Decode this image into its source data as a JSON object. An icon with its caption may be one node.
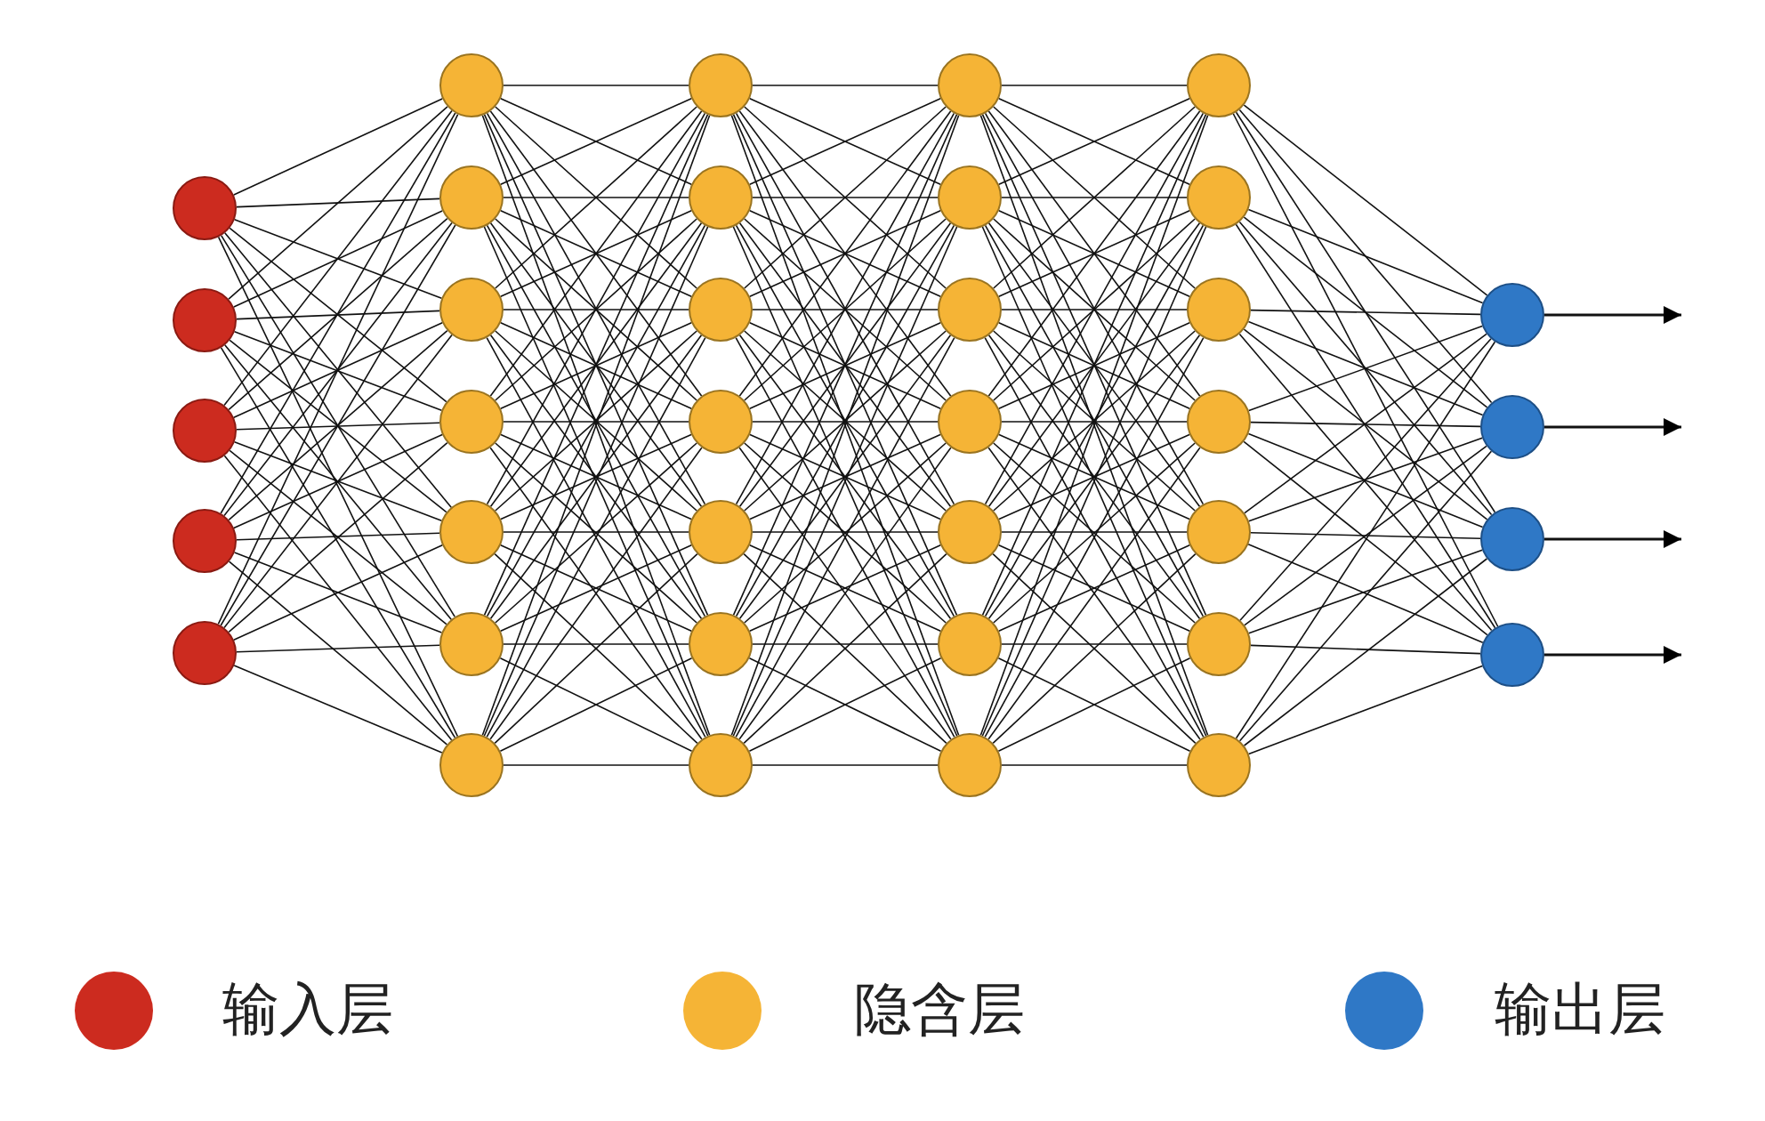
{
  "diagram": {
    "nodes": [
      {
        "text": [],
        "shape": "circle"
      },
      {
        "text": [],
        "shape": "circle"
      },
      {
        "text": [],
        "shape": "circle"
      },
      {
        "text": [],
        "shape": "circle"
      },
      {
        "text": [],
        "shape": "circle"
      },
      {
        "text": [],
        "shape": "circle"
      },
      {
        "text": [],
        "shape": "circle"
      },
      {
        "text": [],
        "shape": "circle"
      },
      {
        "text": [],
        "shape": "circle"
      },
      {
        "text": [],
        "shape": "circle"
      },
      {
        "text": [],
        "shape": "circle"
      },
      {
        "text": [],
        "shape": "circle"
      },
      {
        "text": [],
        "shape": "circle"
      },
      {
        "text": [],
        "shape": "circle"
      },
      {
        "text": [],
        "shape": "circle"
      },
      {
        "text": [],
        "shape": "circle"
      },
      {
        "text": [],
        "shape": "circle"
      },
      {
        "text": [],
        "shape": "circle"
      },
      {
        "text": [],
        "shape": "circle"
      },
      {
        "text": [],
        "shape": "circle"
      },
      {
        "text": [],
        "shape": "circle"
      },
      {
        "text": [],
        "shape": "circle"
      },
      {
        "text": [],
        "shape": "circle"
      },
      {
        "text": [],
        "shape": "circle"
      },
      {
        "text": [],
        "shape": "circle"
      },
      {
        "text": [],
        "shape": "circle"
      },
      {
        "text": [],
        "shape": "circle"
      },
      {
        "text": [],
        "shape": "circle"
      },
      {
        "text": [],
        "shape": "circle"
      },
      {
        "text": [],
        "shape": "circle"
      },
      {
        "text": [],
        "shape": "circle"
      },
      {
        "text": [],
        "shape": "circle"
      },
      {
        "text": [],
        "shape": "circle"
      },
      {
        "text": [],
        "shape": "circle"
      },
      {
        "text": [],
        "shape": "circle"
      },
      {
        "text": [],
        "shape": "circle"
      },
      {
        "text": [],
        "shape": "circle"
      }
    ],
    "edges": [
      {
        "from": 0,
        "to": 5,
        "arrow": "none"
      },
      {
        "from": 0,
        "to": 6,
        "arrow": "none"
      },
      {
        "from": 0,
        "to": 7,
        "arrow": "none"
      },
      {
        "from": 0,
        "to": 8,
        "arrow": "none"
      },
      {
        "from": 0,
        "to": 9,
        "arrow": "none"
      },
      {
        "from": 0,
        "to": 10,
        "arrow": "none"
      },
      {
        "from": 0,
        "to": 11,
        "arrow": "none"
      },
      {
        "from": 1,
        "to": 5,
        "arrow": "none"
      },
      {
        "from": 1,
        "to": 6,
        "arrow": "none"
      },
      {
        "from": 1,
        "to": 7,
        "arrow": "none"
      },
      {
        "from": 1,
        "to": 8,
        "arrow": "none"
      },
      {
        "from": 1,
        "to": 9,
        "arrow": "none"
      },
      {
        "from": 1,
        "to": 10,
        "arrow": "none"
      },
      {
        "from": 1,
        "to": 11,
        "arrow": "none"
      },
      {
        "from": 2,
        "to": 5,
        "arrow": "none"
      },
      {
        "from": 2,
        "to": 6,
        "arrow": "none"
      },
      {
        "from": 2,
        "to": 7,
        "arrow": "none"
      },
      {
        "from": 2,
        "to": 8,
        "arrow": "none"
      },
      {
        "from": 2,
        "to": 9,
        "arrow": "none"
      },
      {
        "from": 2,
        "to": 10,
        "arrow": "none"
      },
      {
        "from": 2,
        "to": 11,
        "arrow": "none"
      },
      {
        "from": 3,
        "to": 5,
        "arrow": "none"
      },
      {
        "from": 3,
        "to": 6,
        "arrow": "none"
      },
      {
        "from": 3,
        "to": 7,
        "arrow": "none"
      },
      {
        "from": 3,
        "to": 8,
        "arrow": "none"
      },
      {
        "from": 3,
        "to": 9,
        "arrow": "none"
      },
      {
        "from": 3,
        "to": 10,
        "arrow": "none"
      },
      {
        "from": 3,
        "to": 11,
        "arrow": "none"
      },
      {
        "from": 4,
        "to": 5,
        "arrow": "none"
      },
      {
        "from": 4,
        "to": 6,
        "arrow": "none"
      },
      {
        "from": 4,
        "to": 7,
        "arrow": "none"
      },
      {
        "from": 4,
        "to": 8,
        "arrow": "none"
      },
      {
        "from": 4,
        "to": 9,
        "arrow": "none"
      },
      {
        "from": 4,
        "to": 10,
        "arrow": "none"
      },
      {
        "from": 4,
        "to": 11,
        "arrow": "none"
      },
      {
        "from": 5,
        "to": 12,
        "arrow": "none"
      },
      {
        "from": 5,
        "to": 13,
        "arrow": "none"
      },
      {
        "from": 5,
        "to": 14,
        "arrow": "none"
      },
      {
        "from": 5,
        "to": 15,
        "arrow": "none"
      },
      {
        "from": 5,
        "to": 16,
        "arrow": "none"
      },
      {
        "from": 5,
        "to": 17,
        "arrow": "none"
      },
      {
        "from": 5,
        "to": 18,
        "arrow": "none"
      },
      {
        "from": 6,
        "to": 12,
        "arrow": "none"
      },
      {
        "from": 6,
        "to": 13,
        "arrow": "none"
      },
      {
        "from": 6,
        "to": 14,
        "arrow": "none"
      },
      {
        "from": 6,
        "to": 15,
        "arrow": "none"
      },
      {
        "from": 6,
        "to": 16,
        "arrow": "none"
      },
      {
        "from": 6,
        "to": 17,
        "arrow": "none"
      },
      {
        "from": 6,
        "to": 18,
        "arrow": "none"
      },
      {
        "from": 7,
        "to": 12,
        "arrow": "none"
      },
      {
        "from": 7,
        "to": 13,
        "arrow": "none"
      },
      {
        "from": 7,
        "to": 14,
        "arrow": "none"
      },
      {
        "from": 7,
        "to": 15,
        "arrow": "none"
      },
      {
        "from": 7,
        "to": 16,
        "arrow": "none"
      },
      {
        "from": 7,
        "to": 17,
        "arrow": "none"
      },
      {
        "from": 7,
        "to": 18,
        "arrow": "none"
      },
      {
        "from": 8,
        "to": 12,
        "arrow": "none"
      },
      {
        "from": 8,
        "to": 13,
        "arrow": "none"
      },
      {
        "from": 8,
        "to": 14,
        "arrow": "none"
      },
      {
        "from": 8,
        "to": 15,
        "arrow": "none"
      },
      {
        "from": 8,
        "to": 16,
        "arrow": "none"
      },
      {
        "from": 8,
        "to": 17,
        "arrow": "none"
      },
      {
        "from": 8,
        "to": 18,
        "arrow": "none"
      },
      {
        "from": 9,
        "to": 12,
        "arrow": "none"
      },
      {
        "from": 9,
        "to": 13,
        "arrow": "none"
      },
      {
        "from": 9,
        "to": 14,
        "arrow": "none"
      },
      {
        "from": 9,
        "to": 15,
        "arrow": "none"
      },
      {
        "from": 9,
        "to": 16,
        "arrow": "none"
      },
      {
        "from": 9,
        "to": 17,
        "arrow": "none"
      },
      {
        "from": 9,
        "to": 18,
        "arrow": "none"
      },
      {
        "from": 10,
        "to": 12,
        "arrow": "none"
      },
      {
        "from": 10,
        "to": 13,
        "arrow": "none"
      },
      {
        "from": 10,
        "to": 14,
        "arrow": "none"
      },
      {
        "from": 10,
        "to": 15,
        "arrow": "none"
      },
      {
        "from": 10,
        "to": 16,
        "arrow": "none"
      },
      {
        "from": 10,
        "to": 17,
        "arrow": "none"
      },
      {
        "from": 10,
        "to": 18,
        "arrow": "none"
      },
      {
        "from": 11,
        "to": 12,
        "arrow": "none"
      },
      {
        "from": 11,
        "to": 13,
        "arrow": "none"
      },
      {
        "from": 11,
        "to": 14,
        "arrow": "none"
      },
      {
        "from": 11,
        "to": 15,
        "arrow": "none"
      },
      {
        "from": 11,
        "to": 16,
        "arrow": "none"
      },
      {
        "from": 11,
        "to": 17,
        "arrow": "none"
      },
      {
        "from": 11,
        "to": 18,
        "arrow": "none"
      },
      {
        "from": 12,
        "to": 19,
        "arrow": "none"
      },
      {
        "from": 12,
        "to": 20,
        "arrow": "none"
      },
      {
        "from": 12,
        "to": 21,
        "arrow": "none"
      },
      {
        "from": 12,
        "to": 22,
        "arrow": "none"
      },
      {
        "from": 12,
        "to": 23,
        "arrow": "none"
      },
      {
        "from": 12,
        "to": 24,
        "arrow": "none"
      },
      {
        "from": 12,
        "to": 25,
        "arrow": "none"
      },
      {
        "from": 13,
        "to": 19,
        "arrow": "none"
      },
      {
        "from": 13,
        "to": 20,
        "arrow": "none"
      },
      {
        "from": 13,
        "to": 21,
        "arrow": "none"
      },
      {
        "from": 13,
        "to": 22,
        "arrow": "none"
      },
      {
        "from": 13,
        "to": 23,
        "arrow": "none"
      },
      {
        "from": 13,
        "to": 24,
        "arrow": "none"
      },
      {
        "from": 13,
        "to": 25,
        "arrow": "none"
      },
      {
        "from": 14,
        "to": 19,
        "arrow": "none"
      },
      {
        "from": 14,
        "to": 20,
        "arrow": "none"
      },
      {
        "from": 14,
        "to": 21,
        "arrow": "none"
      },
      {
        "from": 14,
        "to": 22,
        "arrow": "none"
      },
      {
        "from": 14,
        "to": 23,
        "arrow": "none"
      },
      {
        "from": 14,
        "to": 24,
        "arrow": "none"
      },
      {
        "from": 14,
        "to": 25,
        "arrow": "none"
      },
      {
        "from": 15,
        "to": 19,
        "arrow": "none"
      },
      {
        "from": 15,
        "to": 20,
        "arrow": "none"
      },
      {
        "from": 15,
        "to": 21,
        "arrow": "none"
      },
      {
        "from": 15,
        "to": 22,
        "arrow": "none"
      },
      {
        "from": 15,
        "to": 23,
        "arrow": "none"
      },
      {
        "from": 15,
        "to": 24,
        "arrow": "none"
      },
      {
        "from": 15,
        "to": 25,
        "arrow": "none"
      },
      {
        "from": 16,
        "to": 19,
        "arrow": "none"
      },
      {
        "from": 16,
        "to": 20,
        "arrow": "none"
      },
      {
        "from": 16,
        "to": 21,
        "arrow": "none"
      },
      {
        "from": 16,
        "to": 22,
        "arrow": "none"
      },
      {
        "from": 16,
        "to": 23,
        "arrow": "none"
      },
      {
        "from": 16,
        "to": 24,
        "arrow": "none"
      },
      {
        "from": 16,
        "to": 25,
        "arrow": "none"
      },
      {
        "from": 17,
        "to": 19,
        "arrow": "none"
      },
      {
        "from": 17,
        "to": 20,
        "arrow": "none"
      },
      {
        "from": 17,
        "to": 21,
        "arrow": "none"
      },
      {
        "from": 17,
        "to": 22,
        "arrow": "none"
      },
      {
        "from": 17,
        "to": 23,
        "arrow": "none"
      },
      {
        "from": 17,
        "to": 24,
        "arrow": "none"
      },
      {
        "from": 17,
        "to": 25,
        "arrow": "none"
      },
      {
        "from": 18,
        "to": 19,
        "arrow": "none"
      },
      {
        "from": 18,
        "to": 20,
        "arrow": "none"
      },
      {
        "from": 18,
        "to": 21,
        "arrow": "none"
      },
      {
        "from": 18,
        "to": 22,
        "arrow": "none"
      },
      {
        "from": 18,
        "to": 23,
        "arrow": "none"
      },
      {
        "from": 18,
        "to": 24,
        "arrow": "none"
      },
      {
        "from": 18,
        "to": 25,
        "arrow": "none"
      },
      {
        "from": 19,
        "to": 26,
        "arrow": "none"
      },
      {
        "from": 19,
        "to": 27,
        "arrow": "none"
      },
      {
        "from": 19,
        "to": 28,
        "arrow": "none"
      },
      {
        "from": 19,
        "to": 29,
        "arrow": "none"
      },
      {
        "from": 19,
        "to": 30,
        "arrow": "none"
      },
      {
        "from": 19,
        "to": 31,
        "arrow": "none"
      },
      {
        "from": 19,
        "to": 32,
        "arrow": "none"
      },
      {
        "from": 20,
        "to": 26,
        "arrow": "none"
      },
      {
        "from": 20,
        "to": 27,
        "arrow": "none"
      },
      {
        "from": 20,
        "to": 28,
        "arrow": "none"
      },
      {
        "from": 20,
        "to": 29,
        "arrow": "none"
      },
      {
        "from": 20,
        "to": 30,
        "arrow": "none"
      },
      {
        "from": 20,
        "to": 31,
        "arrow": "none"
      },
      {
        "from": 20,
        "to": 32,
        "arrow": "none"
      },
      {
        "from": 21,
        "to": 26,
        "arrow": "none"
      },
      {
        "from": 21,
        "to": 27,
        "arrow": "none"
      },
      {
        "from": 21,
        "to": 28,
        "arrow": "none"
      },
      {
        "from": 21,
        "to": 29,
        "arrow": "none"
      },
      {
        "from": 21,
        "to": 30,
        "arrow": "none"
      },
      {
        "from": 21,
        "to": 31,
        "arrow": "none"
      },
      {
        "from": 21,
        "to": 32,
        "arrow": "none"
      },
      {
        "from": 22,
        "to": 26,
        "arrow": "none"
      },
      {
        "from": 22,
        "to": 27,
        "arrow": "none"
      },
      {
        "from": 22,
        "to": 28,
        "arrow": "none"
      },
      {
        "from": 22,
        "to": 29,
        "arrow": "none"
      },
      {
        "from": 22,
        "to": 30,
        "arrow": "none"
      },
      {
        "from": 22,
        "to": 31,
        "arrow": "none"
      },
      {
        "from": 22,
        "to": 32,
        "arrow": "none"
      },
      {
        "from": 23,
        "to": 26,
        "arrow": "none"
      },
      {
        "from": 23,
        "to": 27,
        "arrow": "none"
      },
      {
        "from": 23,
        "to": 28,
        "arrow": "none"
      },
      {
        "from": 23,
        "to": 29,
        "arrow": "none"
      },
      {
        "from": 23,
        "to": 30,
        "arrow": "none"
      },
      {
        "from": 23,
        "to": 31,
        "arrow": "none"
      },
      {
        "from": 23,
        "to": 32,
        "arrow": "none"
      },
      {
        "from": 24,
        "to": 26,
        "arrow": "none"
      },
      {
        "from": 24,
        "to": 27,
        "arrow": "none"
      },
      {
        "from": 24,
        "to": 28,
        "arrow": "none"
      },
      {
        "from": 24,
        "to": 29,
        "arrow": "none"
      },
      {
        "from": 24,
        "to": 30,
        "arrow": "none"
      },
      {
        "from": 24,
        "to": 31,
        "arrow": "none"
      },
      {
        "from": 24,
        "to": 32,
        "arrow": "none"
      },
      {
        "from": 25,
        "to": 26,
        "arrow": "none"
      },
      {
        "from": 25,
        "to": 27,
        "arrow": "none"
      },
      {
        "from": 25,
        "to": 28,
        "arrow": "none"
      },
      {
        "from": 25,
        "to": 29,
        "arrow": "none"
      },
      {
        "from": 25,
        "to": 30,
        "arrow": "none"
      },
      {
        "from": 25,
        "to": 31,
        "arrow": "none"
      },
      {
        "from": 25,
        "to": 32,
        "arrow": "none"
      },
      {
        "from": 26,
        "to": 33,
        "arrow": "none"
      },
      {
        "from": 26,
        "to": 34,
        "arrow": "none"
      },
      {
        "from": 26,
        "to": 35,
        "arrow": "none"
      },
      {
        "from": 26,
        "to": 36,
        "arrow": "none"
      },
      {
        "from": 27,
        "to": 33,
        "arrow": "none"
      },
      {
        "from": 27,
        "to": 34,
        "arrow": "none"
      },
      {
        "from": 27,
        "to": 35,
        "arrow": "none"
      },
      {
        "from": 27,
        "to": 36,
        "arrow": "none"
      },
      {
        "from": 28,
        "to": 33,
        "arrow": "none"
      },
      {
        "from": 28,
        "to": 34,
        "arrow": "none"
      },
      {
        "from": 28,
        "to": 35,
        "arrow": "none"
      },
      {
        "from": 28,
        "to": 36,
        "arrow": "none"
      },
      {
        "from": 29,
        "to": 33,
        "arrow": "none"
      },
      {
        "from": 29,
        "to": 34,
        "arrow": "none"
      },
      {
        "from": 29,
        "to": 35,
        "arrow": "none"
      },
      {
        "from": 29,
        "to": 36,
        "arrow": "none"
      },
      {
        "from": 30,
        "to": 33,
        "arrow": "none"
      },
      {
        "from": 30,
        "to": 34,
        "arrow": "none"
      },
      {
        "from": 30,
        "to": 35,
        "arrow": "none"
      },
      {
        "from": 30,
        "to": 36,
        "arrow": "none"
      },
      {
        "from": 31,
        "to": 33,
        "arrow": "none"
      },
      {
        "from": 31,
        "to": 34,
        "arrow": "none"
      },
      {
        "from": 31,
        "to": 35,
        "arrow": "none"
      },
      {
        "from": 31,
        "to": 36,
        "arrow": "none"
      },
      {
        "from": 32,
        "to": 33,
        "arrow": "none"
      },
      {
        "from": 32,
        "to": 34,
        "arrow": "none"
      },
      {
        "from": 32,
        "to": 35,
        "arrow": "none"
      },
      {
        "from": 32,
        "to": 36,
        "arrow": "none"
      },
      {
        "from": 33,
        "to": null,
        "arrow": "to"
      },
      {
        "from": 34,
        "to": null,
        "arrow": "to"
      },
      {
        "from": 35,
        "to": null,
        "arrow": "to"
      },
      {
        "from": 36,
        "to": null,
        "arrow": "to"
      }
    ],
    "legend": [
      {
        "text": "输入层",
        "color": "#cc2b1f"
      },
      {
        "text": "隐含层",
        "color": "#f5b436"
      },
      {
        "text": "输出层",
        "color": "#2f78c6"
      }
    ]
  }
}
